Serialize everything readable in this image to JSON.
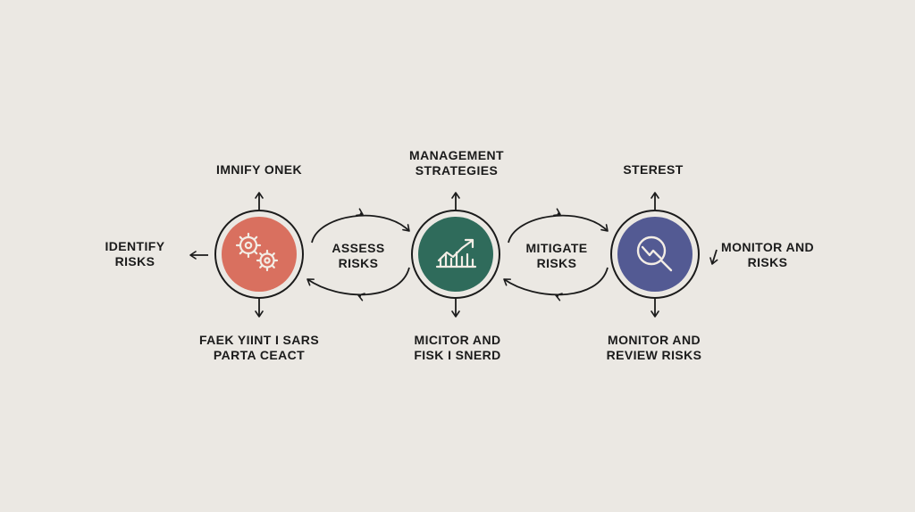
{
  "labels": {
    "top_left": [
      "IMNIFY ONEK"
    ],
    "top_center": [
      "MANAGEMENT",
      "STRATEGIES"
    ],
    "top_right": [
      "STEREST"
    ],
    "side_left": [
      "IDENTIFY",
      "RISKS"
    ],
    "between_left": [
      "ASSESS",
      "RISKS"
    ],
    "between_right": [
      "MITIGATE",
      "RISKS"
    ],
    "side_right": [
      "MONITOR AND",
      "RISKS"
    ],
    "bottom_left": [
      "FAEK YIINT I SARS",
      "PARTA CEACT"
    ],
    "bottom_center": [
      "MICITOR AND",
      "FISK I SNERD"
    ],
    "bottom_right": [
      "MONITOR AND",
      "REVIEW RISKS"
    ]
  },
  "nodes": [
    {
      "name": "identify",
      "icon": "gears-icon",
      "color": "#d9705f"
    },
    {
      "name": "strategies",
      "icon": "trend-chart-icon",
      "color": "#2f6b5b"
    },
    {
      "name": "monitor",
      "icon": "magnifier-icon",
      "color": "#535a93"
    }
  ],
  "colors": {
    "background": "#ebe8e3",
    "stroke": "#1b1b1b",
    "icon_stroke": "#f3ede5"
  }
}
